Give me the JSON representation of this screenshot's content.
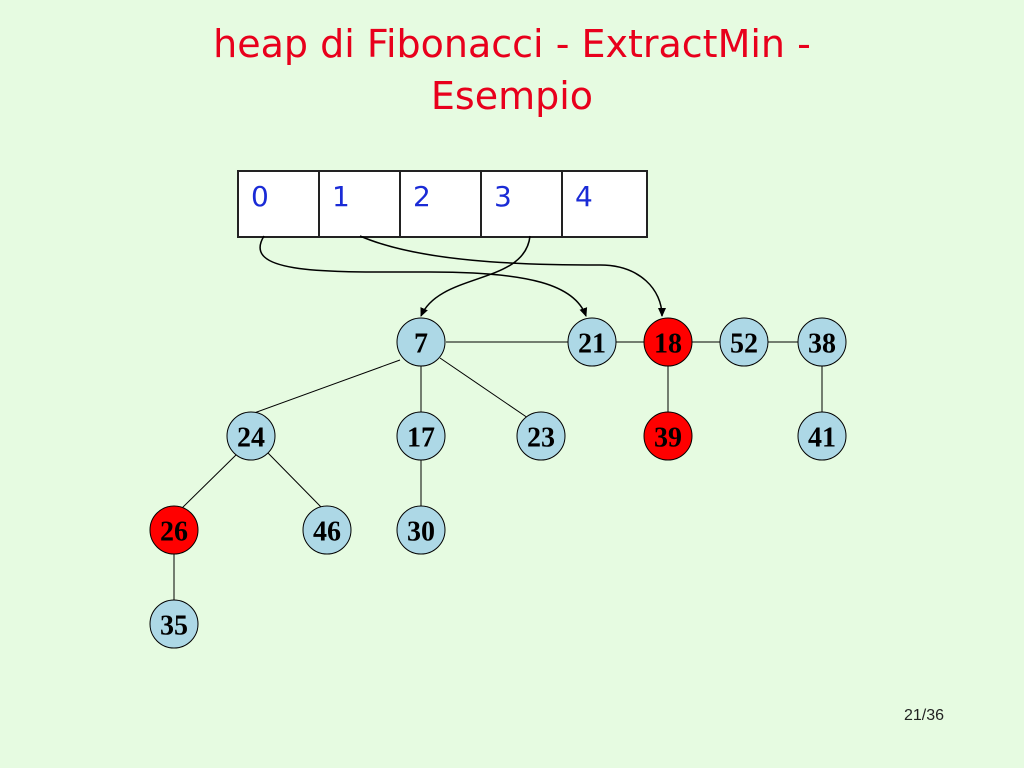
{
  "slide": {
    "title_line1": "heap di Fibonacci - ExtractMin -",
    "title_line2": "Esempio",
    "page_number": "21/36"
  },
  "array": {
    "cells": [
      "0",
      "1",
      "2",
      "3",
      "4"
    ]
  },
  "colors": {
    "background": "#e6fbe1",
    "title": "#e8001c",
    "array_text": "#1a2bd6",
    "node_normal": "#add8e6",
    "node_marked": "#ff0000"
  },
  "nodes": [
    {
      "id": "n7",
      "label": "7",
      "marked": false
    },
    {
      "id": "n21",
      "label": "21",
      "marked": false
    },
    {
      "id": "n18",
      "label": "18",
      "marked": true
    },
    {
      "id": "n52",
      "label": "52",
      "marked": false
    },
    {
      "id": "n38",
      "label": "38",
      "marked": false
    },
    {
      "id": "n24",
      "label": "24",
      "marked": false
    },
    {
      "id": "n17",
      "label": "17",
      "marked": false
    },
    {
      "id": "n23",
      "label": "23",
      "marked": false
    },
    {
      "id": "n39",
      "label": "39",
      "marked": true
    },
    {
      "id": "n41",
      "label": "41",
      "marked": false
    },
    {
      "id": "n26",
      "label": "26",
      "marked": true
    },
    {
      "id": "n46",
      "label": "46",
      "marked": false
    },
    {
      "id": "n30",
      "label": "30",
      "marked": false
    },
    {
      "id": "n35",
      "label": "35",
      "marked": false
    }
  ]
}
